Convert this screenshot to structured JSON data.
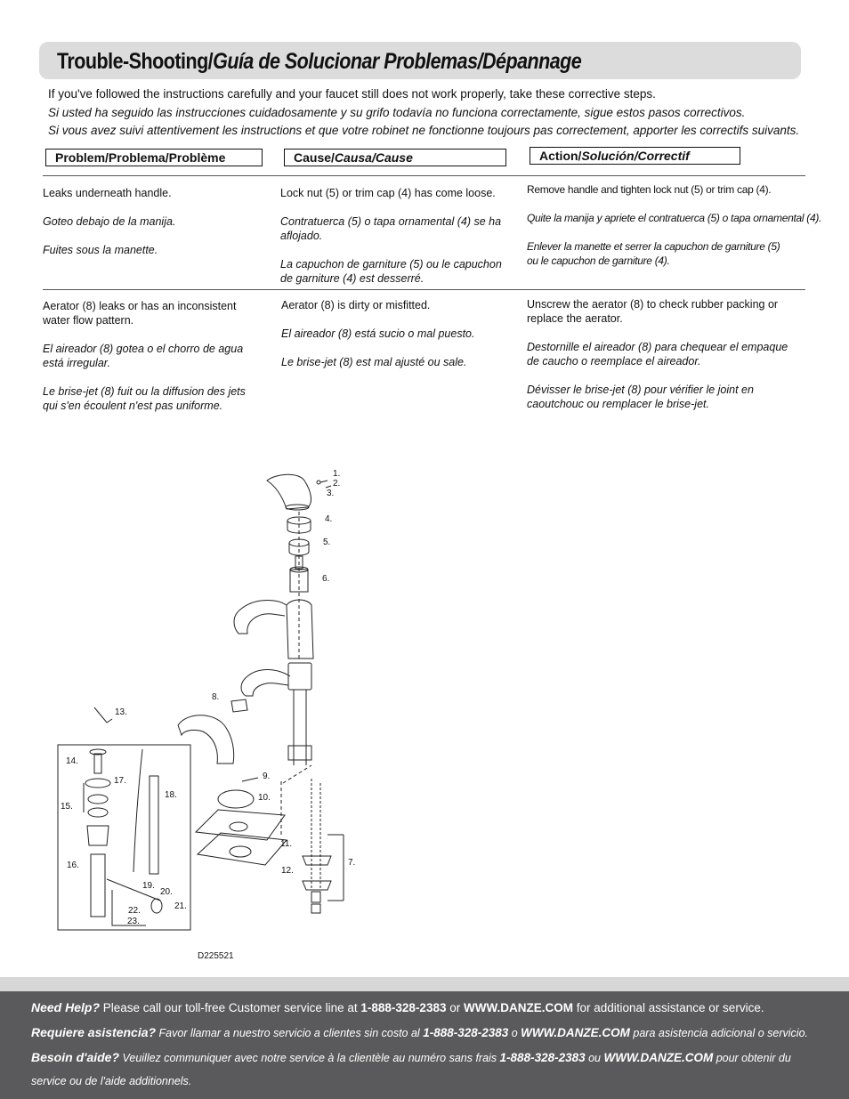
{
  "title": {
    "en": "Trouble-Shooting/",
    "es": "Guía de Solucionar Problemas/",
    "fr": "Dépannage"
  },
  "intro": {
    "en": "If you've followed the instructions carefully and your faucet still does not work properly, take these corrective steps.",
    "es": "Si usted ha seguido las instrucciones cuidadosamente y su grifo todavía no funciona correctamente, sigue estos pasos correctivos.",
    "fr": "Si vous avez suivi attentivement les instructions et que votre robinet ne fonctionne toujours pas correctement, apporter les correctifs suivants."
  },
  "headers": {
    "problem": {
      "a": "Problem/",
      "b": "Problema/Problème"
    },
    "cause": {
      "a": "Cause/",
      "b": "Causa/Cause"
    },
    "action": {
      "a": "Action/",
      "b": "Solución/Correctif"
    }
  },
  "rows": [
    {
      "problem": [
        "Leaks underneath handle.",
        "Goteo debajo de la manija.",
        "Fuites sous la manette."
      ],
      "cause": [
        "Lock nut (5) or trim cap (4) has come loose.",
        "Contratuerca (5) o tapa ornamental (4) se ha aflojado.",
        "La capuchon de garniture (5) ou le capuchon de garniture (4) est desserré."
      ],
      "action": [
        "Remove handle and tighten lock nut (5) or  trim cap (4).",
        "Quite la manija y apriete el contratuerca (5) o tapa ornamental (4).",
        "Enlever la manette et serrer la capuchon de garniture (5) ou le capuchon de garniture (4)."
      ]
    },
    {
      "problem": [
        "Aerator (8) leaks or has an inconsistent water flow pattern.",
        "El aireador (8) gotea o el chorro de agua está irregular.",
        "Le brise-jet (8) fuit ou la diffusion des jets qui s'en écoulent n'est pas uniforme."
      ],
      "cause": [
        "Aerator (8) is dirty or misfitted.",
        "El aireador (8) está sucio o mal puesto.",
        "Le brise-jet (8) est mal ajusté ou sale."
      ],
      "action": [
        "Unscrew the aerator (8) to  check rubber packing or replace the aerator.",
        "Destornille el aireador (8) para chequear el empaque de caucho o reemplace el aireador.",
        "Dévisser le brise-jet (8) pour vérifier le joint en caoutchouc ou remplacer le brise-jet."
      ]
    }
  ],
  "diagram": {
    "part_numbers": [
      "1.",
      "2.",
      "3.",
      "4.",
      "5.",
      "6.",
      "7.",
      "8.",
      "9.",
      "10.",
      "11.",
      "12.",
      "13.",
      "14.",
      "15.",
      "16.",
      "17.",
      "18.",
      "19.",
      "20.",
      "21.",
      "22.",
      "23."
    ],
    "code": "D225521"
  },
  "footer": {
    "en": {
      "label": "Need Help?",
      "pre": " Please call our toll-free Customer service line at ",
      "phone": "1-888-328-2383",
      "mid": " or ",
      "web": "WWW.DANZE.COM",
      "post": " for additional assistance or service."
    },
    "es": {
      "label": "Requiere asistencia?",
      "pre": " Favor llamar a nuestro servicio a clientes sin costo al ",
      "phone": "1-888-328-2383",
      "mid": " o ",
      "web": "WWW.DANZE.COM",
      "post": " para asistencia adicional o servicio."
    },
    "fr": {
      "label": "Besoin d'aide?",
      "pre": " Veuillez communiquer avec notre service à la clientèle au numéro sans frais ",
      "phone": "1-888-328-2383",
      "mid": " ou ",
      "web": "WWW.DANZE.COM",
      "post": " pour obtenir du",
      "line2": "service ou de l'aide additionnels."
    }
  }
}
